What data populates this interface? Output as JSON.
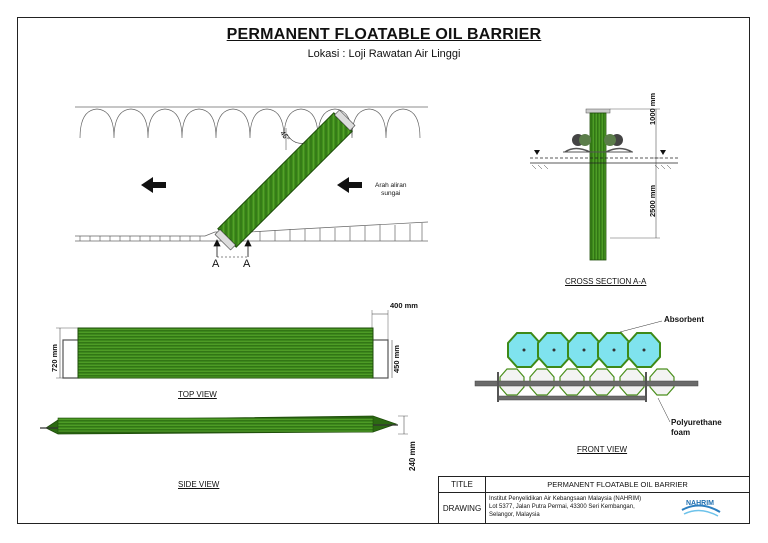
{
  "header": {
    "title": "PERMANENT FLOATABLE OIL BARRIER",
    "subtitle": "Lokasi : Loji Rawatan Air Linggi"
  },
  "plan": {
    "angle_label": "45°",
    "flow_label_line1": "Arah aliran",
    "flow_label_line2": "sungai",
    "section_marker_left": "A",
    "section_marker_right": "A"
  },
  "cross_section": {
    "caption": "CROSS SECTION  A-A",
    "dim_upper": "1000 mm",
    "dim_lower": "2500 mm"
  },
  "top_view": {
    "caption": "TOP VIEW",
    "dim_height": "720 mm",
    "dim_width": "400 mm",
    "dim_inner": "450 mm"
  },
  "side_view": {
    "caption": "SIDE VIEW",
    "dim_height": "240 mm"
  },
  "front_view": {
    "caption": "FRONT VIEW",
    "label_absorbent": "Absorbent",
    "label_foam_line1": "Polyurethane",
    "label_foam_line2": "foam"
  },
  "title_block": {
    "title_label": "TITLE",
    "title_value": "PERMANENT FLOATABLE OIL BARRIER",
    "drawing_label": "DRAWING",
    "drawing_line1": "Institut Penyelidikan Air Kebangsaan Malaysia (NAHRIM)",
    "drawing_line2": "Lot 5377, Jalan Putra Permai, 43300 Seri Kembangan,",
    "drawing_line3": "Selangor, Malaysia",
    "logo_text": "NAHRIM"
  },
  "colors": {
    "barrier_green": "#3f8f1c",
    "barrier_dark": "#1e4d0a",
    "foam_cyan": "#7fe3ee",
    "pipe_gray": "#6b6b6b"
  }
}
